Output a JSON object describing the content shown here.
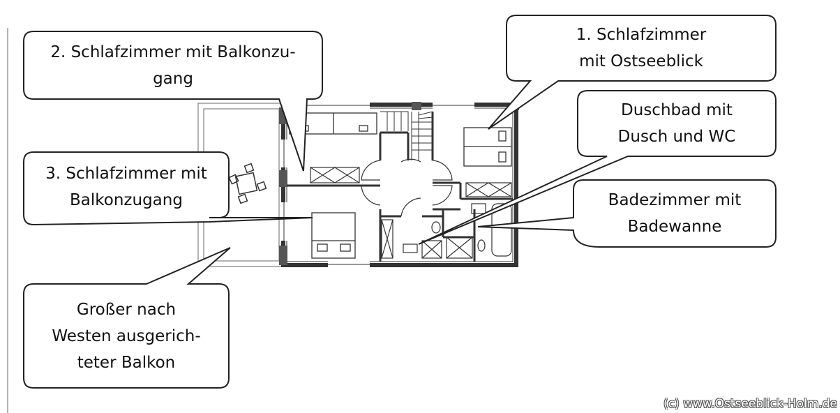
{
  "callouts": [
    {
      "id": "bedroom-1",
      "text": "1. Schlafzimmer\nmit Ostseeblick"
    },
    {
      "id": "bedroom-2",
      "text": "2. Schlafzimmer mit Balkonzu-\ngang"
    },
    {
      "id": "bedroom-3",
      "text": "3. Schlafzimmer mit\nBalkonzugang"
    },
    {
      "id": "shower-room",
      "text": "Duschbad mit\nDusch und WC"
    },
    {
      "id": "bathroom",
      "text": "Badezimmer mit\nBadewanne"
    },
    {
      "id": "balcony",
      "text": "Großer nach\nWesten ausgerich-\nteter Balkon"
    }
  ],
  "credit": "(c) www.Ostseeblick-Holm.de",
  "colors": {
    "line": "#222222",
    "wall": "#333333",
    "background": "#ffffff"
  }
}
